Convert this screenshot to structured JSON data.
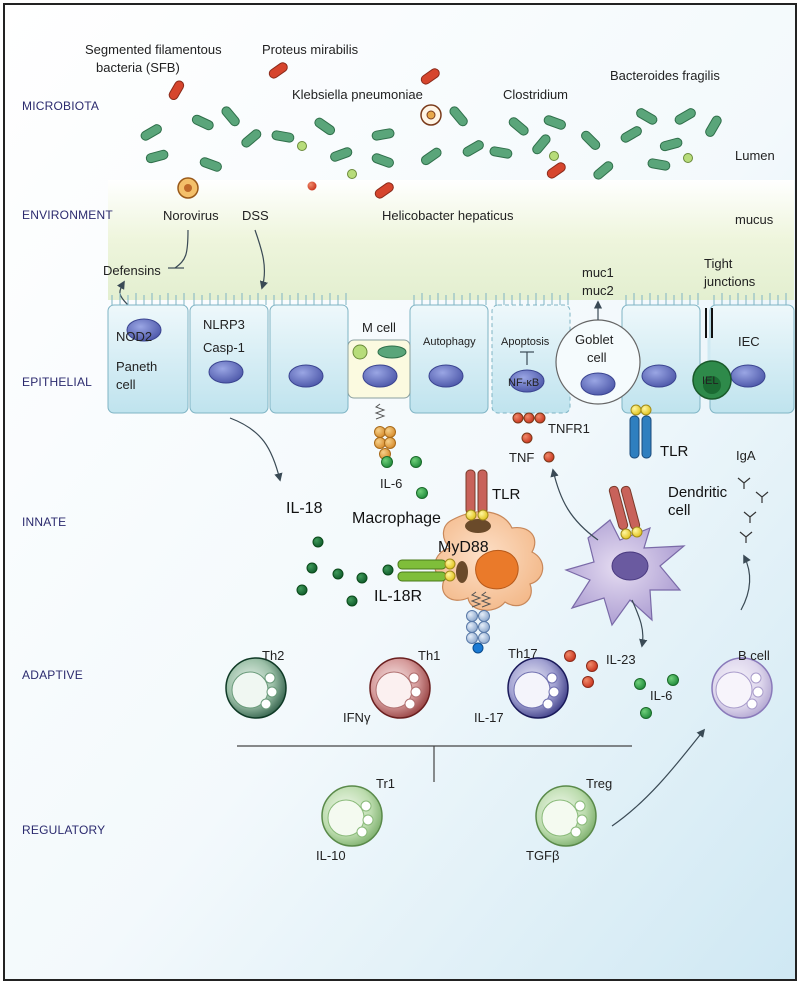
{
  "levels": {
    "microbiota": "MICROBIOTA",
    "environment": "ENVIRONMENT",
    "epithelial": "EPITHELIAL",
    "innate": "INNATE",
    "adaptive": "ADAPTIVE",
    "regulatory": "REGULATORY"
  },
  "microbes": {
    "sfb_line1": "Segmented filamentous",
    "sfb_line2": "bacteria (SFB)",
    "proteus": "Proteus mirabilis",
    "klebsiella": "Klebsiella pneumoniae",
    "clostridium": "Clostridium",
    "bacteroides": "Bacteroides fragilis",
    "lumen": "Lumen"
  },
  "environment": {
    "norovirus": "Norovirus",
    "dss": "DSS",
    "helicobacter": "Helicobacter hepaticus",
    "mucus": "mucus"
  },
  "epithelium": {
    "defensins": "Defensins",
    "nod2": "NOD2",
    "paneth_line1": "Paneth",
    "paneth_line2": "cell",
    "nlrp3": "NLRP3",
    "casp1": "Casp-1",
    "m_cell": "M cell",
    "autophagy": "Autophagy",
    "apoptosis": "Apoptosis",
    "nfkb": "NF-κB",
    "muc1": "muc1",
    "muc2": "muc2",
    "goblet_line1": "Goblet",
    "goblet_line2": "cell",
    "tight_line1": "Tight",
    "tight_line2": "junctions",
    "iel": "IEL",
    "iec": "IEC",
    "tnfr1": "TNFR1",
    "tnf": "TNF",
    "tlr_epi": "TLR"
  },
  "innate": {
    "il18": "IL-18",
    "il6": "IL-6",
    "macrophage": "Macrophage",
    "tlr": "TLR",
    "myd88": "MyD88",
    "il18r": "IL-18R",
    "dendritic_line1": "Dendritic",
    "dendritic_line2": "cell",
    "iga": "IgA"
  },
  "adaptive": {
    "th2": "Th2",
    "th1": "Th1",
    "ifng": "IFNγ",
    "th17": "Th17",
    "il17": "IL-17",
    "il23": "IL-23",
    "il6": "IL-6",
    "bcell": "B cell"
  },
  "regulatory": {
    "tr1": "Tr1",
    "il10": "IL-10",
    "treg": "Treg",
    "tgfb": "TGFβ"
  },
  "colors": {
    "level_text": "#2b2a6e",
    "bacteria_green": "#5aa57a",
    "bacteria_red": "#d6452d",
    "nucleus_blue": "#5b67b8",
    "epithelial_cyan": "#cfe9f2",
    "th2": "#1f4f3a",
    "th1": "#9a3a3a",
    "th17": "#30307a",
    "bcell": "#c8bedf",
    "tr1": "#7fb06e",
    "treg": "#7fb06e"
  }
}
